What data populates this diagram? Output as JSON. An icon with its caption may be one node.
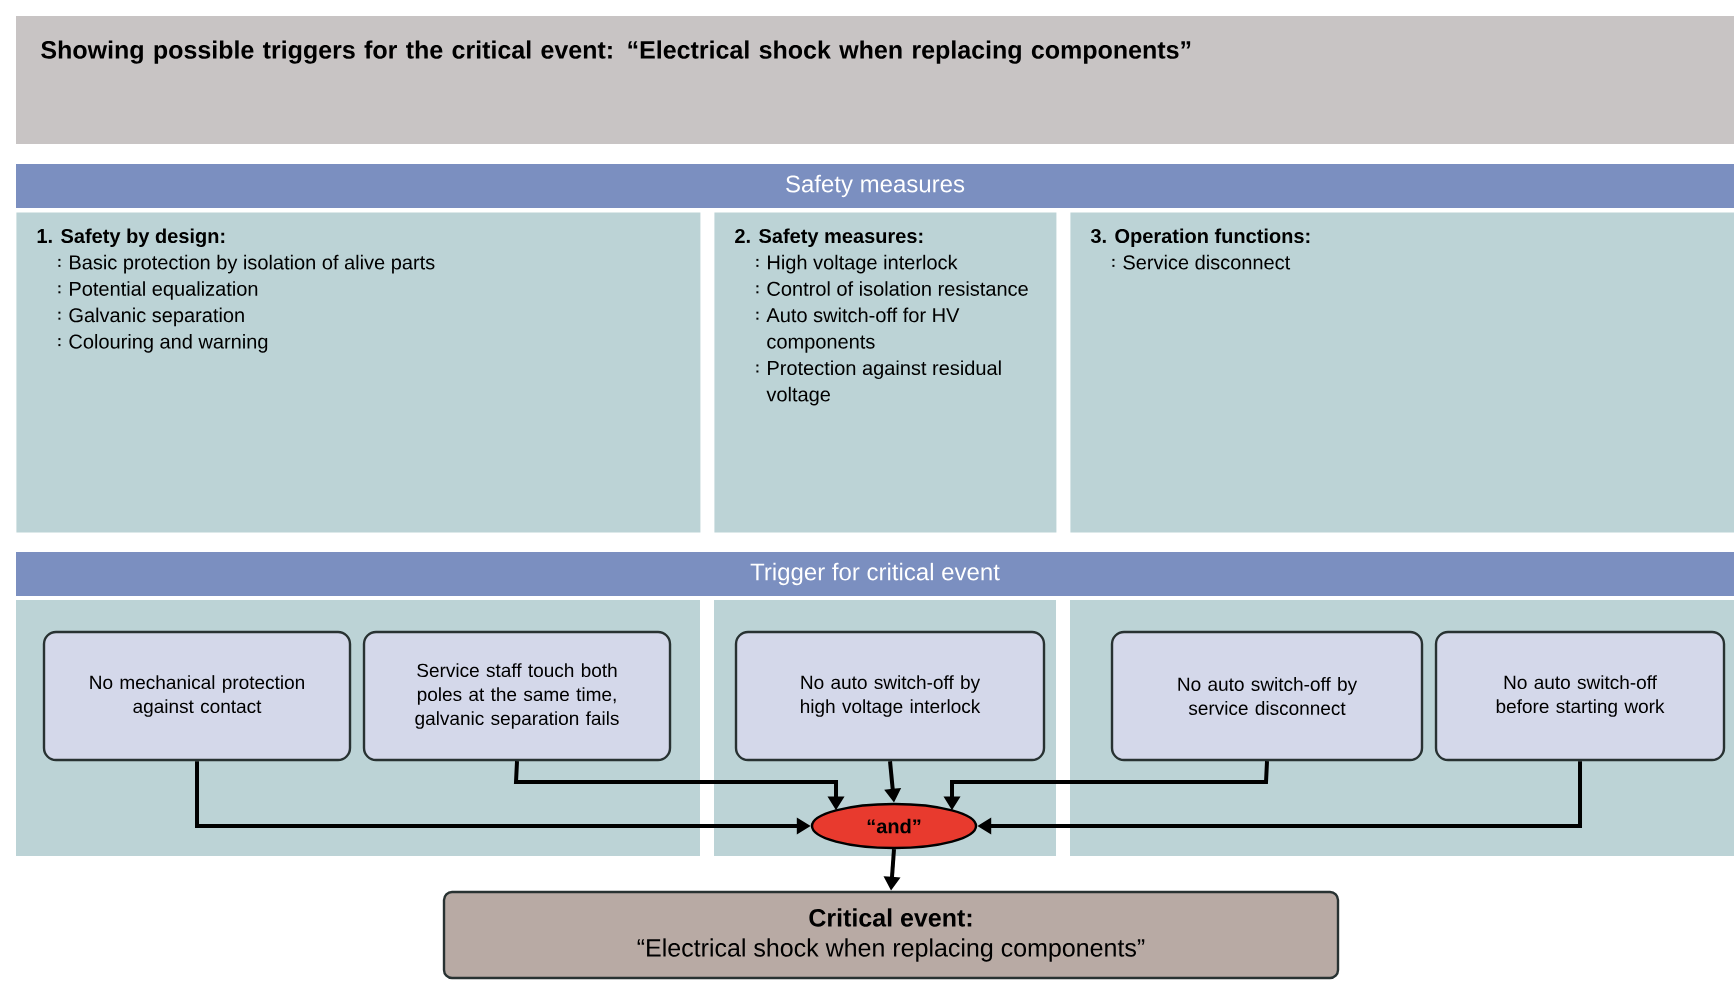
{
  "diagram": {
    "title": "Showing possible triggers for the critical event: “Electrical shock when replacing components”",
    "nodes": [
      {
        "text": [
          "Safety measures"
        ]
      },
      {
        "text": [
          "1. Safety by design:",
          "Basic protection by isolation of alive parts",
          "Potential equalization",
          "Galvanic separation",
          "Colouring and warning"
        ]
      },
      {
        "text": [
          "2. Safety measures:",
          "High voltage interlock",
          "Control of isolation resistance",
          "Auto switch-off for HV components",
          "Protection against residual voltage"
        ]
      },
      {
        "text": [
          "3. Operation functions:",
          "Service disconnect"
        ]
      },
      {
        "text": [
          "Trigger for critical event"
        ]
      },
      {
        "text": [
          "No mechanical protection against contact"
        ]
      },
      {
        "text": [
          "Service staff touch both poles at the same time, galvanic separation fails"
        ]
      },
      {
        "text": [
          "No auto switch-off by high voltage interlock"
        ]
      },
      {
        "text": [
          "No auto switch-off by service disconnect"
        ]
      },
      {
        "text": [
          "No auto switch-off before starting work"
        ]
      },
      {
        "text": [
          "“and”"
        ]
      },
      {
        "text": [
          "Critical event:",
          "“Electrical shock when replacing components”"
        ]
      }
    ],
    "edges": [
      {
        "from": 5,
        "to": 10,
        "arrow": "to"
      },
      {
        "from": 6,
        "to": 10,
        "arrow": "to"
      },
      {
        "from": 7,
        "to": 10,
        "arrow": "to"
      },
      {
        "from": 8,
        "to": 10,
        "arrow": "to"
      },
      {
        "from": 9,
        "to": 10,
        "arrow": "to"
      },
      {
        "from": 10,
        "to": 11,
        "arrow": "to"
      }
    ]
  }
}
